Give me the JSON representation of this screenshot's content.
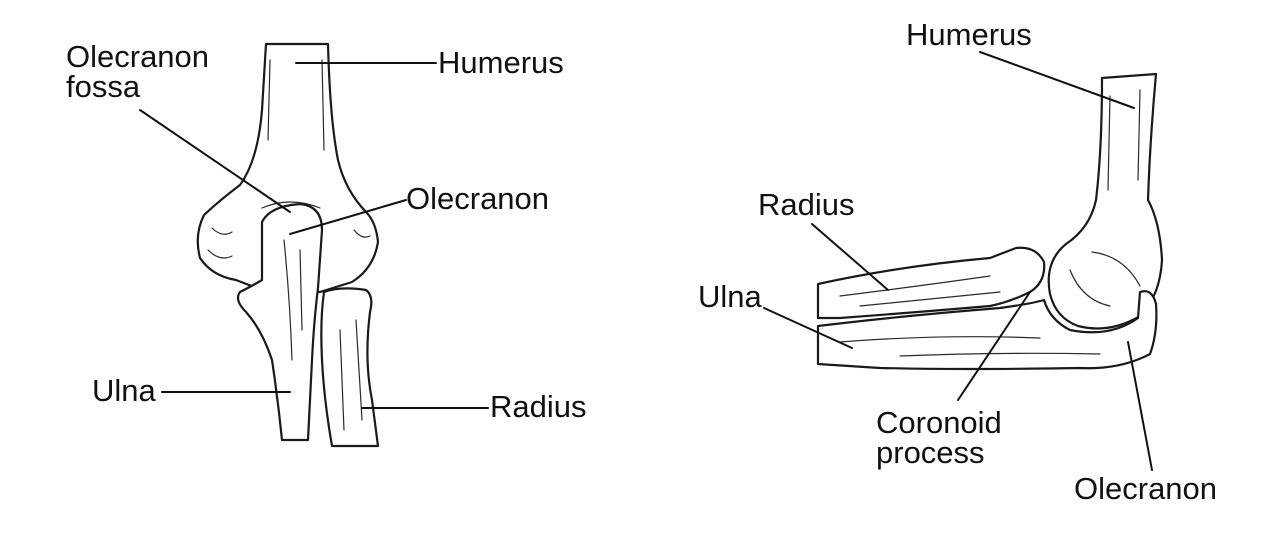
{
  "posterior_view": {
    "labels": {
      "humerus": "Humerus",
      "olecranon_fossa_line1": "Olecranon",
      "olecranon_fossa_line2": "fossa",
      "olecranon": "Olecranon",
      "ulna": "Ulna",
      "radius": "Radius"
    }
  },
  "lateral_view": {
    "labels": {
      "humerus": "Humerus",
      "radius": "Radius",
      "ulna": "Ulna",
      "coronoid_line1": "Coronoid",
      "coronoid_line2": "process",
      "olecranon": "Olecranon"
    }
  },
  "colors": {
    "background": "#ffffff",
    "ink": "#111111"
  }
}
